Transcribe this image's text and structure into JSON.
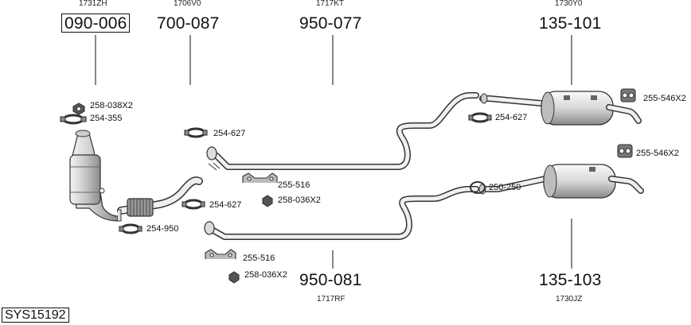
{
  "top_parts": [
    {
      "oem": "1731ZH",
      "number": "090-006"
    },
    {
      "oem": "1706V0",
      "number": "700-087"
    },
    {
      "oem": "1717KT",
      "number": "950-077"
    },
    {
      "oem": "1730Y0",
      "number": "135-101"
    }
  ],
  "bottom_parts": [
    {
      "oem": "1717RF",
      "number": "950-081"
    },
    {
      "oem": "1730JZ",
      "number": "135-103"
    }
  ],
  "accessories": {
    "nut_a": "258-038X2",
    "clamp_a": "254-355",
    "clamp_b": "254-627",
    "clamp_c": "254-627",
    "clamp_d": "254-627",
    "clamp_e": "254-950",
    "bracket_a": "255-516",
    "nut_b": "258-036X2",
    "bracket_b": "255-516",
    "nut_c": "258-036X2",
    "hanger_a": "255-546X2",
    "hanger_b": "255-546X2",
    "ring_a": "250-250"
  },
  "system_code": "SYS15192"
}
